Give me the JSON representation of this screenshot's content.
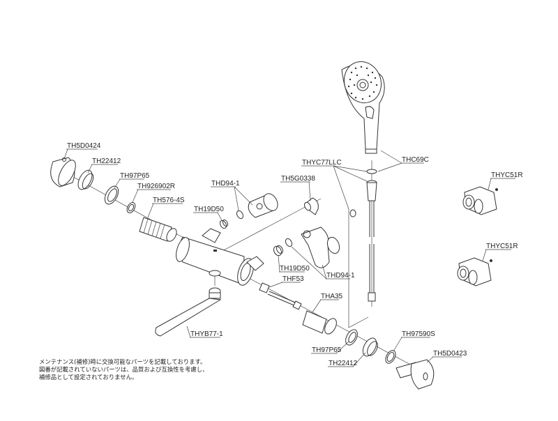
{
  "labels": {
    "th5d0424": "TH5D0424",
    "th22412_top": "TH22412",
    "th97p65_top": "TH97P65",
    "th926902r": "TH926902R",
    "th576_4s": "TH576-4S",
    "th19d50_top": "TH19D50",
    "thd94_1_top": "THD94-1",
    "th5g0338": "TH5G0338",
    "thyc77llc": "THYC77LLC",
    "thc69c": "THC69C",
    "thyc51r_1": "THYC51R",
    "thyc51r_2": "THYC51R",
    "th19d50_mid": "TH19D50",
    "thd94_1_mid": "THD94-1",
    "thf53": "THF53",
    "tha35": "THA35",
    "thyb77_1": "THYB77-1",
    "th97p65_bot": "TH97P65",
    "th22412_bot": "TH22412",
    "th97590s": "TH97590S",
    "th5d0423": "TH5D0423"
  },
  "note": {
    "line1": "メンテナンス(補修)時に交換可能なパーツを記載しております。",
    "line2": "図番が記載されていないパーツは、品質および互換性を考慮し、",
    "line3": "補修品として設定されておりません。"
  }
}
